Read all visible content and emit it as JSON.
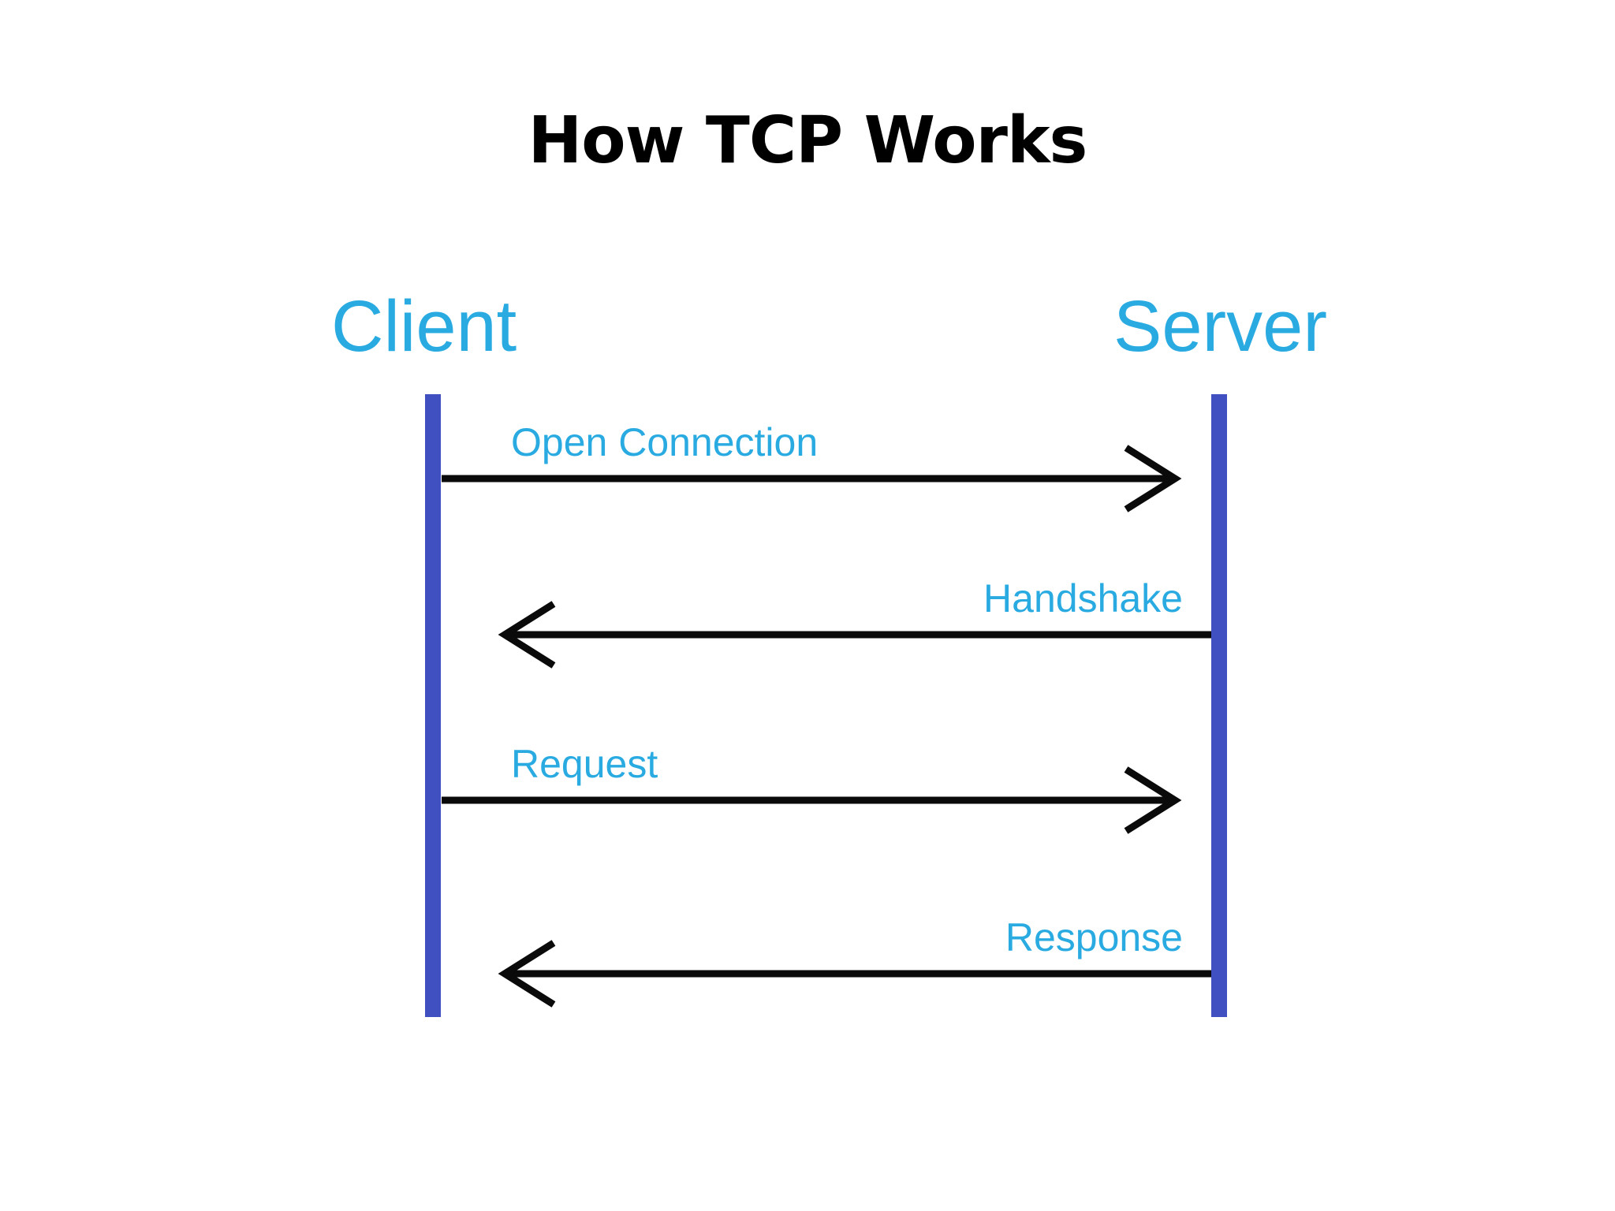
{
  "slide": {
    "title": "How TCP Works",
    "background_color": "#FFFFFF"
  },
  "colors": {
    "title_text": "#000000",
    "label_blue": "#29ABE2",
    "lifeline_blue": "#4150C0",
    "arrow_black": "#0A0A0A"
  },
  "actors": [
    {
      "id": "client",
      "label": "Client"
    },
    {
      "id": "server",
      "label": "Server"
    }
  ],
  "messages": [
    {
      "label": "Open Connection",
      "direction": "client-to-server",
      "arrow_glyph": "→"
    },
    {
      "label": "Handshake",
      "direction": "server-to-client",
      "arrow_glyph": "←"
    },
    {
      "label": "Request",
      "direction": "client-to-server",
      "arrow_glyph": "→"
    },
    {
      "label": "Response",
      "direction": "server-to-client",
      "arrow_glyph": "←"
    }
  ],
  "chart_data": {
    "type": "diagram",
    "diagram_kind": "sequence-diagram",
    "title": "How TCP Works",
    "participants": [
      "Client",
      "Server"
    ],
    "steps": [
      {
        "order": 1,
        "from": "Client",
        "to": "Server",
        "label": "Open Connection"
      },
      {
        "order": 2,
        "from": "Server",
        "to": "Client",
        "label": "Handshake"
      },
      {
        "order": 3,
        "from": "Client",
        "to": "Server",
        "label": "Request"
      },
      {
        "order": 4,
        "from": "Server",
        "to": "Client",
        "label": "Response"
      }
    ]
  }
}
